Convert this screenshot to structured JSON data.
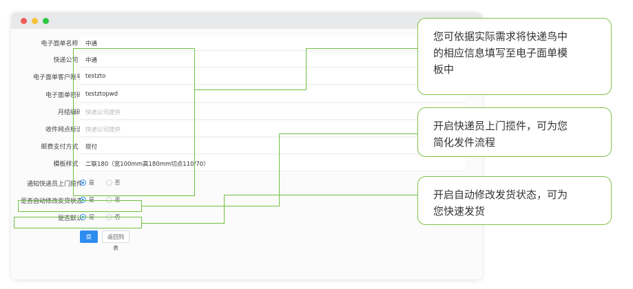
{
  "form": {
    "rows": [
      {
        "label": "电子面单名称",
        "required": "*",
        "value": "中通",
        "placeholder": false
      },
      {
        "label": "快递公司",
        "required": "*",
        "value": "中通",
        "placeholder": false
      },
      {
        "label": "电子面单客户账号",
        "required": "",
        "value": "testzto",
        "placeholder": false
      },
      {
        "label": "电子面单密码",
        "required": "",
        "value": "testztopwd",
        "placeholder": false
      },
      {
        "label": "月结编码",
        "required": "",
        "value": "快递公司提供",
        "placeholder": true
      },
      {
        "label": "收件网点标识",
        "required": "",
        "value": "快递公司提供",
        "placeholder": true
      },
      {
        "label": "邮费支付方式",
        "required": "*",
        "value": "现付",
        "placeholder": false
      },
      {
        "label": "模板样式",
        "required": "*",
        "value": "二联180（宽100mm高180mm切点110/70）",
        "placeholder": false
      }
    ],
    "radios": [
      {
        "label": "通知快递员上门揽件",
        "yes": "是",
        "no": "否",
        "selected": "yes"
      },
      {
        "label": "是否自动修改发货状态",
        "yes": "是",
        "no": "否",
        "selected": "yes"
      },
      {
        "label": "是否默认",
        "yes": "是",
        "no": "否",
        "selected": "yes"
      }
    ],
    "submit_label": "提交",
    "back_label": "返回列表"
  },
  "callouts": [
    {
      "line1": "您可依据实际需求将快递鸟中",
      "line2": "的相应信息填写至电子面单模",
      "line3": "板中"
    },
    {
      "line1": "开启快递员上门揽件，可为您",
      "line2": "简化发件流程"
    },
    {
      "line1": "开启自动修改发货状态，可为",
      "line2": "您快速发货"
    }
  ],
  "colors": {
    "accent": "#2d8cf0",
    "highlight": "#6fbf3f"
  }
}
